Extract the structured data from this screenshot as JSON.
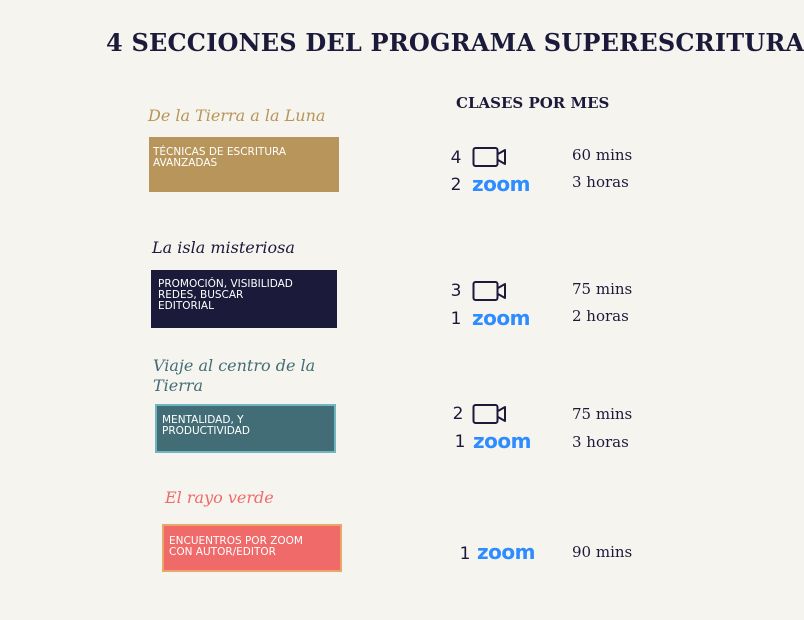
{
  "title": "4 SECCIONES  DEL PROGRAMA SUPERESCRITURA",
  "column_header": "CLASES POR MES",
  "sections": [
    {
      "name": "De la Tierra a la Luna",
      "box_lines": [
        "TÉCNICAS DE ESCRITURA",
        "AVANZADAS"
      ],
      "video_count": "4",
      "zoom_count": "2",
      "zoom_label": "zoom",
      "video_duration": "60 mins",
      "zoom_duration": "3 horas",
      "color": "#b8955a"
    },
    {
      "name": "La isla misteriosa",
      "box_lines": [
        "PROMOCIÓN, VISIBILIDAD",
        "REDES,  BUSCAR",
        "EDITORIAL"
      ],
      "video_count": "3",
      "zoom_count": "1",
      "zoom_label": "zoom",
      "video_duration": "75 mins",
      "zoom_duration": "2 horas",
      "color": "#1c1a3a"
    },
    {
      "name_lines": [
        "Viaje al centro de la",
        "Tierra"
      ],
      "box_lines": [
        "MENTALIDAD, Y",
        "PRODUCTIVIDAD"
      ],
      "video_count": "2",
      "zoom_count": "1",
      "zoom_label": "zoom",
      "video_duration": "75 mins",
      "zoom_duration": "3 horas",
      "color": "#436d76"
    },
    {
      "name": "El rayo verde",
      "box_lines": [
        "ENCUENTROS POR ZOOM",
        "CON AUTOR/EDITOR"
      ],
      "zoom_count": "1",
      "zoom_label": "zoom",
      "zoom_duration": "90 mins",
      "color": "#f06a6a"
    }
  ],
  "colors": {
    "navy": "#1c1a3a",
    "gold": "#b8955a",
    "teal": "#436d76",
    "teal_border": "#6fb6c2",
    "coral": "#f06a6a",
    "coral_border": "#e9a76a",
    "zoom_blue": "#2d8cff",
    "background": "#f6f4ee"
  }
}
